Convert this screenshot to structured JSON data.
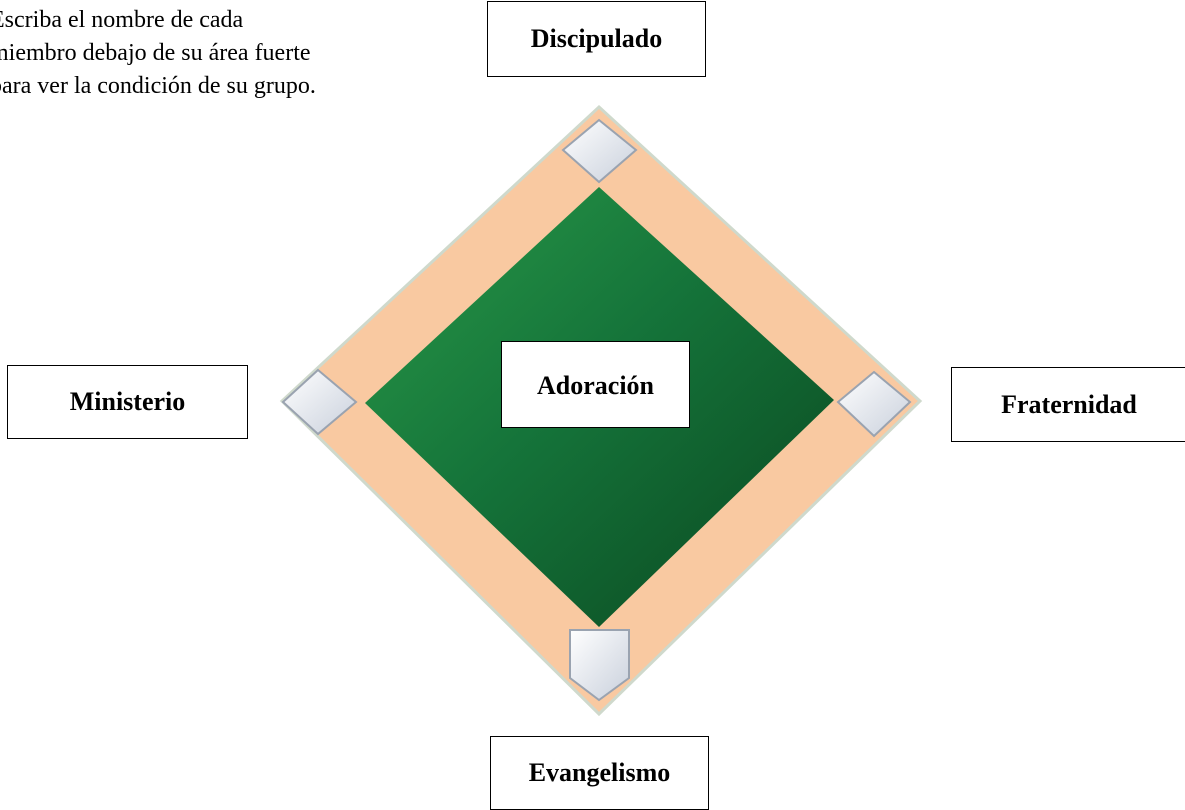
{
  "instructions": {
    "line1": "Escriba el nombre de cada",
    "line2": "miembro debajo de su área fuerte",
    "line3": "para ver la condición de su grupo."
  },
  "labels": {
    "top": "Discipulado",
    "left": "Ministerio",
    "right": "Fraternidad",
    "bottom": "Evangelismo",
    "center": "Adoración"
  },
  "colors": {
    "infield_dirt": "#f9c9a1",
    "grass_light": "#1e8a3c",
    "grass_dark": "#0a4a1e",
    "base_fill": "#dde3ec"
  }
}
